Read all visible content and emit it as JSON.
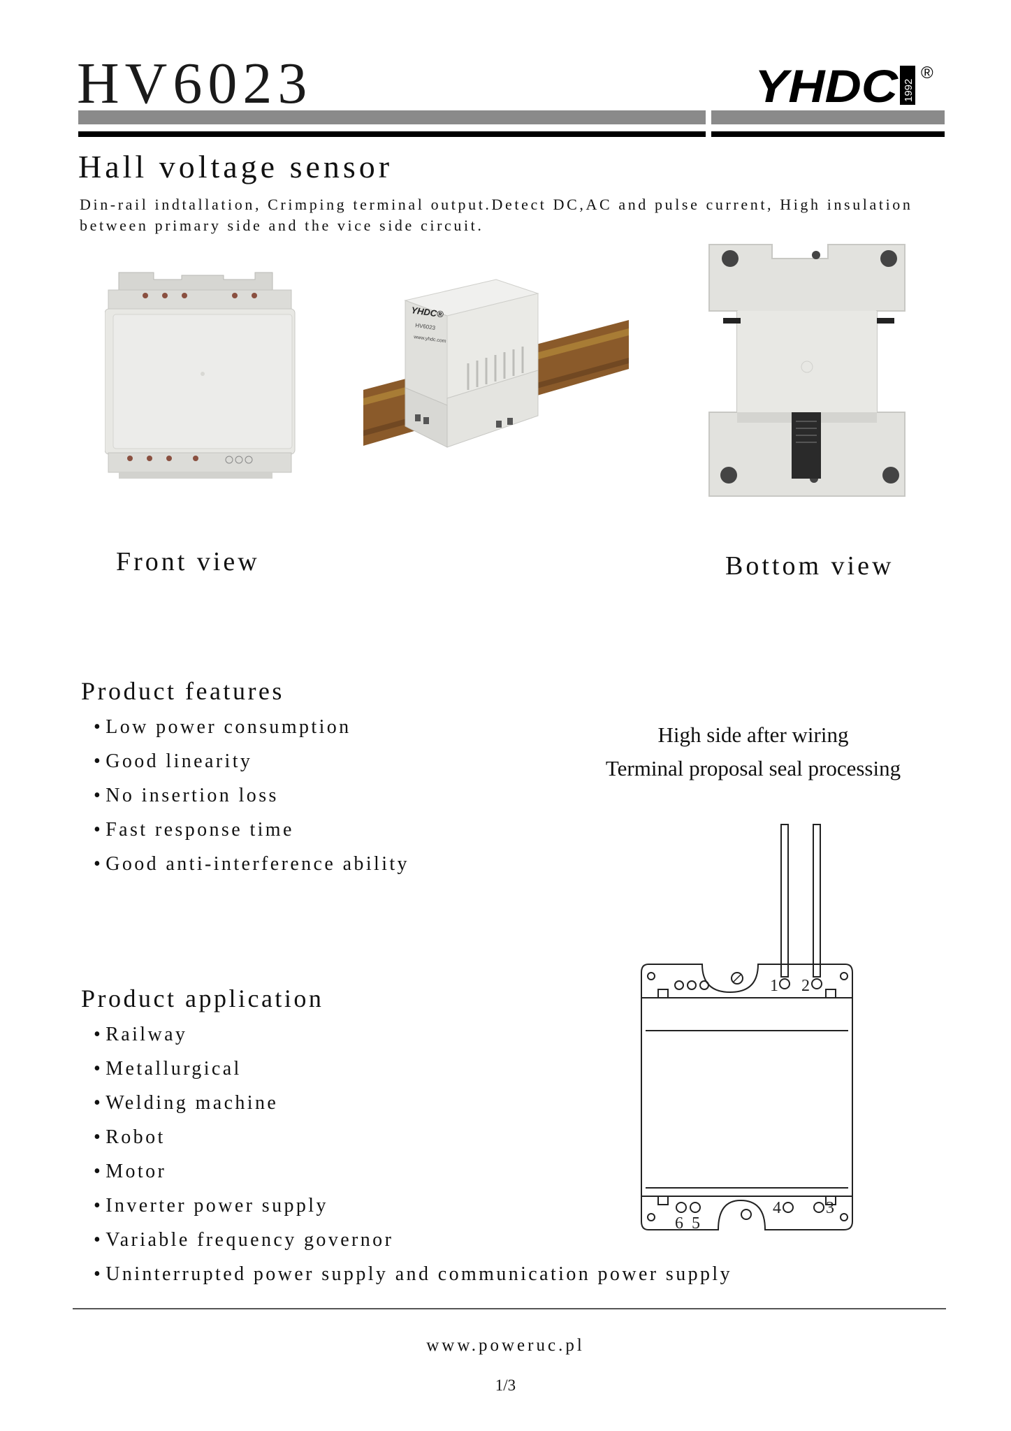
{
  "header": {
    "product_code": "HV6023",
    "brand": "YHDC",
    "brand_year": "1992",
    "registered_mark": "®"
  },
  "subtitle": "Hall voltage sensor",
  "description": "Din-rail indtallation, Crimping terminal output.Detect DC,AC and pulse current, High insulation between primary side and the vice side circuit.",
  "product_photos": {
    "front_label_text": "YHDC®",
    "model_text": "HV6023",
    "url_text": "www.yhdc.com"
  },
  "captions": {
    "front_view": "Front view",
    "bottom_view": "Bottom view"
  },
  "features": {
    "heading": "Product features",
    "items": [
      "Low power consumption",
      "Good linearity",
      "No insertion loss",
      "Fast response time",
      "Good anti-interference ability"
    ]
  },
  "application": {
    "heading": "Product application",
    "items": [
      "Railway",
      "Metallurgical",
      "Welding machine",
      "Robot",
      "Motor",
      "Inverter power supply",
      "Variable frequency governor",
      "Uninterrupted power supply and communication power supply"
    ]
  },
  "wiring_note": {
    "line1": "High side after wiring",
    "line2": "Terminal proposal seal processing"
  },
  "diagram": {
    "terminal_1": "1",
    "terminal_2": "2",
    "terminal_3": "3",
    "terminal_4": "4",
    "terminal_5": "5",
    "terminal_6": "6"
  },
  "footer": {
    "url": "www.poweruc.pl",
    "page": "1/3"
  },
  "colors": {
    "header_bar_gray": "#8a8a8a",
    "header_bar_black": "#000000",
    "product_body": "#e6e6e2",
    "din_rail": "#8a5a2a"
  }
}
